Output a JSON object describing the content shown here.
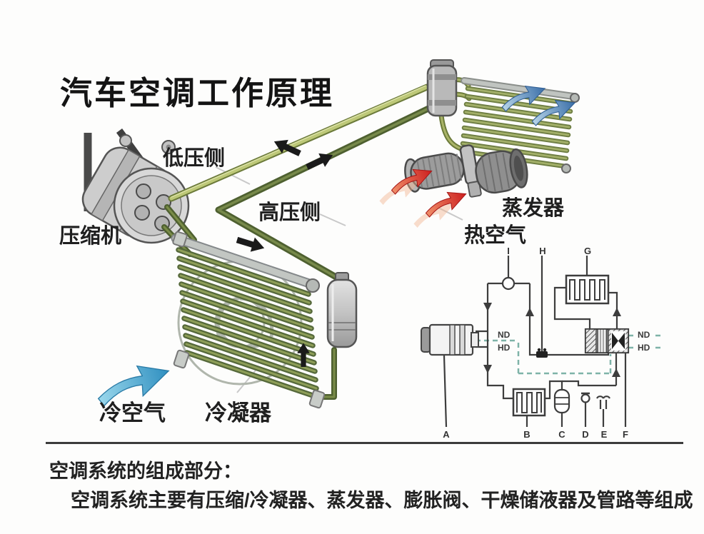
{
  "title": "汽车空调工作原理",
  "diagram_labels": {
    "low_pressure_side": "低压侧",
    "high_pressure_side": "高压侧",
    "compressor": "压缩机",
    "evaporator": "蒸发器",
    "hot_air": "热空气",
    "cold_air": "冷空气",
    "condenser": "冷凝器"
  },
  "schematic": {
    "letters": {
      "A": "A",
      "B": "B",
      "C": "C",
      "D": "D",
      "E": "E",
      "F": "F",
      "G": "G",
      "H": "H",
      "I": "I"
    },
    "pressure": {
      "nd": "ND",
      "hd": "HD"
    }
  },
  "footer": {
    "heading": "空调系统的组成部分：",
    "body": "空调系统主要有压缩/冷凝器、蒸发器、膨胀阀、干燥储液器及管路等组成"
  },
  "colors": {
    "low_pressure_pipe": "#bdc878",
    "high_pressure_pipe": "#4e6030",
    "coil_green": "#55683a",
    "cold_air_blue": "#3a9fc8",
    "hot_air_red": "#cc1f1f",
    "schematic_line": "#3d3d3d",
    "schematic_dashed_teal": "#7eb3a8"
  }
}
